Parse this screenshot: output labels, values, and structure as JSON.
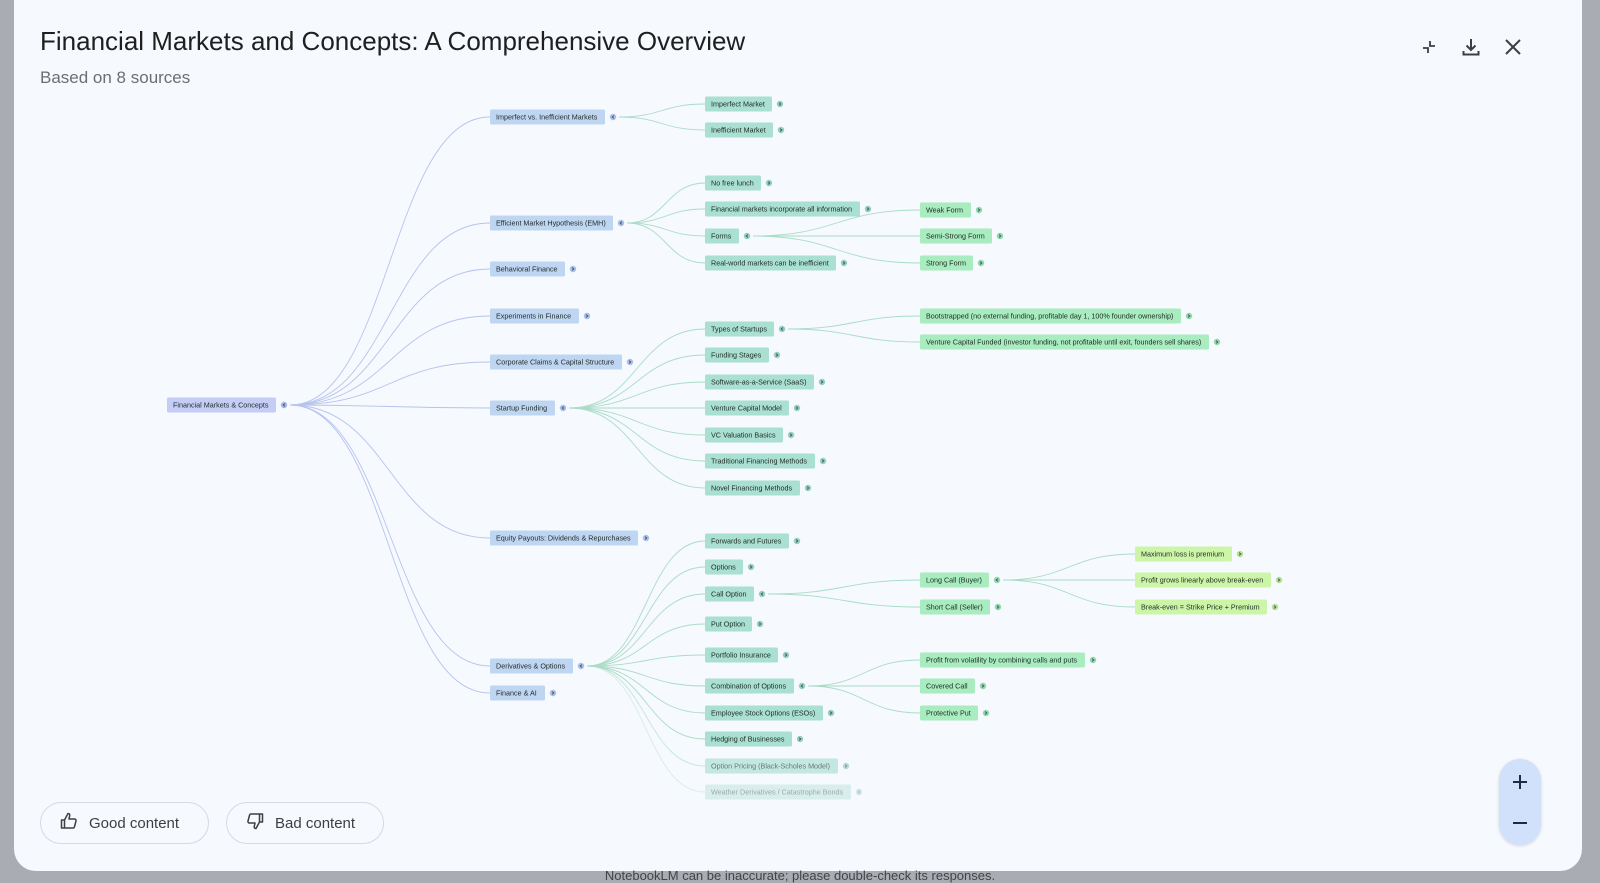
{
  "header": {
    "title": "Financial Markets and Concepts: A Comprehensive Overview",
    "subtitle": "Based on 8 sources",
    "icons": [
      "collapse-icon",
      "download-icon",
      "close-icon"
    ]
  },
  "feedback": {
    "good_label": "Good content",
    "bad_label": "Bad content"
  },
  "zoom": {
    "in_symbol": "+",
    "out_symbol": "−"
  },
  "footer_note": "NotebookLM can be inaccurate; please double-check its responses.",
  "mindmap": {
    "root": "Financial Markets & Concepts",
    "nodes": [
      {
        "id": "imperfect",
        "label": "Imperfect vs. Inefficient Markets",
        "parent": "root",
        "level": 1,
        "expanded": true
      },
      {
        "id": "emh",
        "label": "Efficient Market Hypothesis (EMH)",
        "parent": "root",
        "level": 1,
        "expanded": true
      },
      {
        "id": "behavioral",
        "label": "Behavioral Finance",
        "parent": "root",
        "level": 1,
        "expanded": false
      },
      {
        "id": "experiments",
        "label": "Experiments in Finance",
        "parent": "root",
        "level": 1,
        "expanded": false
      },
      {
        "id": "corporate",
        "label": "Corporate Claims & Capital Structure",
        "parent": "root",
        "level": 1,
        "expanded": false
      },
      {
        "id": "startup",
        "label": "Startup Funding",
        "parent": "root",
        "level": 1,
        "expanded": true
      },
      {
        "id": "equity",
        "label": "Equity Payouts: Dividends & Repurchases",
        "parent": "root",
        "level": 1,
        "expanded": false
      },
      {
        "id": "derivatives",
        "label": "Derivatives & Options",
        "parent": "root",
        "level": 1,
        "expanded": true
      },
      {
        "id": "financeai",
        "label": "Finance & AI",
        "parent": "root",
        "level": 1,
        "expanded": false
      },
      {
        "id": "imperfect_market",
        "label": "Imperfect Market",
        "parent": "imperfect",
        "level": 2,
        "expanded": false
      },
      {
        "id": "inefficient_market",
        "label": "Inefficient Market",
        "parent": "imperfect",
        "level": 2,
        "expanded": false
      },
      {
        "id": "nofree",
        "label": "No free lunch",
        "parent": "emh",
        "level": 2,
        "expanded": false
      },
      {
        "id": "incorp",
        "label": "Financial markets incorporate all information",
        "parent": "emh",
        "level": 2,
        "expanded": false
      },
      {
        "id": "forms",
        "label": "Forms",
        "parent": "emh",
        "level": 2,
        "expanded": true
      },
      {
        "id": "realworld",
        "label": "Real-world markets can be inefficient",
        "parent": "emh",
        "level": 2,
        "expanded": false
      },
      {
        "id": "types",
        "label": "Types of Startups",
        "parent": "startup",
        "level": 2,
        "expanded": true
      },
      {
        "id": "stages",
        "label": "Funding Stages",
        "parent": "startup",
        "level": 2,
        "expanded": false
      },
      {
        "id": "saas",
        "label": "Software-as-a-Service (SaaS)",
        "parent": "startup",
        "level": 2,
        "expanded": false
      },
      {
        "id": "vcmodel",
        "label": "Venture Capital Model",
        "parent": "startup",
        "level": 2,
        "expanded": false
      },
      {
        "id": "vcval",
        "label": "VC Valuation Basics",
        "parent": "startup",
        "level": 2,
        "expanded": false
      },
      {
        "id": "trad",
        "label": "Traditional Financing Methods",
        "parent": "startup",
        "level": 2,
        "expanded": false
      },
      {
        "id": "novel",
        "label": "Novel Financing Methods",
        "parent": "startup",
        "level": 2,
        "expanded": false
      },
      {
        "id": "fwd",
        "label": "Forwards and Futures",
        "parent": "derivatives",
        "level": 2,
        "expanded": false
      },
      {
        "id": "options",
        "label": "Options",
        "parent": "derivatives",
        "level": 2,
        "expanded": false
      },
      {
        "id": "call",
        "label": "Call Option",
        "parent": "derivatives",
        "level": 2,
        "expanded": true
      },
      {
        "id": "put",
        "label": "Put Option",
        "parent": "derivatives",
        "level": 2,
        "expanded": false
      },
      {
        "id": "portins",
        "label": "Portfolio Insurance",
        "parent": "derivatives",
        "level": 2,
        "expanded": false
      },
      {
        "id": "combo",
        "label": "Combination of Options",
        "parent": "derivatives",
        "level": 2,
        "expanded": true
      },
      {
        "id": "eso",
        "label": "Employee Stock Options (ESOs)",
        "parent": "derivatives",
        "level": 2,
        "expanded": false
      },
      {
        "id": "hedging",
        "label": "Hedging of Businesses",
        "parent": "derivatives",
        "level": 2,
        "expanded": false
      },
      {
        "id": "bs",
        "label": "Option Pricing (Black-Scholes Model)",
        "parent": "derivatives",
        "level": 2,
        "expanded": false
      },
      {
        "id": "weather",
        "label": "Weather Derivatives / Catastrophe Bonds",
        "parent": "derivatives",
        "level": 2,
        "expanded": false
      },
      {
        "id": "weak",
        "label": "Weak Form",
        "parent": "forms",
        "level": 3,
        "expanded": false
      },
      {
        "id": "semi",
        "label": "Semi-Strong Form",
        "parent": "forms",
        "level": 3,
        "expanded": false
      },
      {
        "id": "strong",
        "label": "Strong Form",
        "parent": "forms",
        "level": 3,
        "expanded": false
      },
      {
        "id": "boot",
        "label": "Bootstrapped (no external funding, profitable day 1, 100% founder ownership)",
        "parent": "types",
        "level": 3,
        "expanded": false
      },
      {
        "id": "vcf",
        "label": "Venture Capital Funded (investor funding, not profitable until exit, founders sell shares)",
        "parent": "types",
        "level": 3,
        "expanded": false
      },
      {
        "id": "longcall",
        "label": "Long Call (Buyer)",
        "parent": "call",
        "level": 3,
        "expanded": true
      },
      {
        "id": "shortcall",
        "label": "Short Call (Seller)",
        "parent": "call",
        "level": 3,
        "expanded": false
      },
      {
        "id": "volatility",
        "label": "Profit from volatility by combining calls and puts",
        "parent": "combo",
        "level": 3,
        "expanded": false
      },
      {
        "id": "covered",
        "label": "Covered Call",
        "parent": "combo",
        "level": 3,
        "expanded": false
      },
      {
        "id": "protective",
        "label": "Protective Put",
        "parent": "combo",
        "level": 3,
        "expanded": false
      },
      {
        "id": "maxloss",
        "label": "Maximum loss is premium",
        "parent": "longcall",
        "level": 4,
        "expanded": false
      },
      {
        "id": "profitgrows",
        "label": "Profit grows linearly above break-even",
        "parent": "longcall",
        "level": 4,
        "expanded": false
      },
      {
        "id": "breakeven",
        "label": "Break-even = Strike Price + Premium",
        "parent": "longcall",
        "level": 4,
        "expanded": false
      }
    ]
  },
  "colors": {
    "modal_bg": "#f6f9fe",
    "level0": "#c5cdf7",
    "level1": "#bfd6f2",
    "level2": "#a9e0d2",
    "level3": "#a8ecbf",
    "level4": "#cdf5a8",
    "edge_blue": "#b7c3ee",
    "edge_green": "#aadcc6"
  }
}
